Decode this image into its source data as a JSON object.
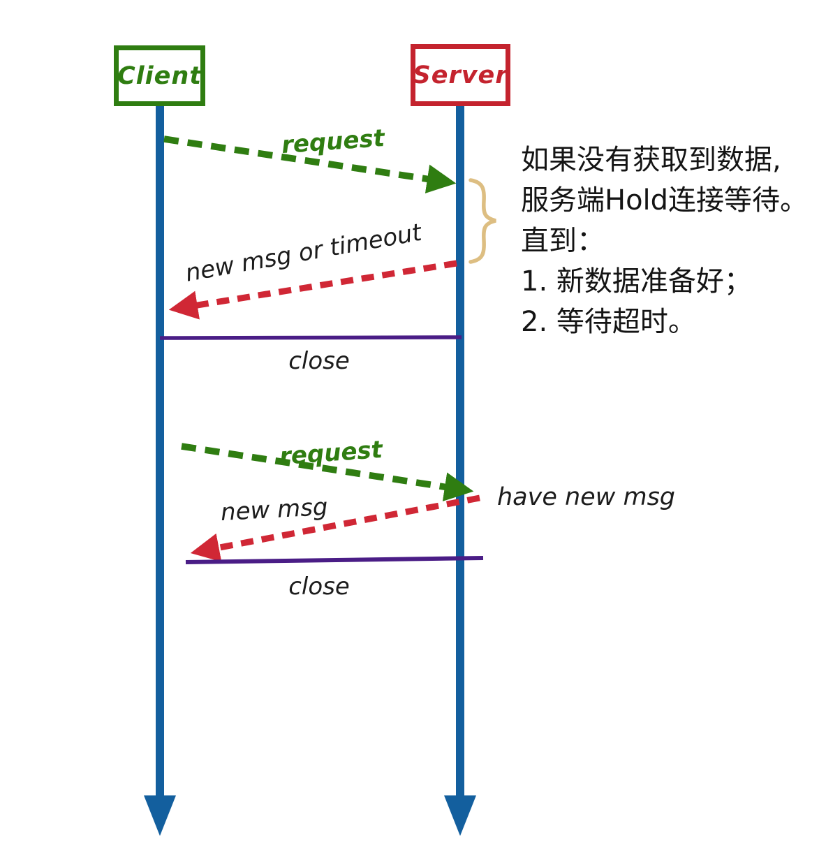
{
  "diagram": {
    "title": "long-polling-sequence",
    "actors": {
      "client": "Client",
      "server": "Server"
    },
    "messages": {
      "request1": "request",
      "response1": "new msg or timeout",
      "close1": "close",
      "request2": "request",
      "response2": "new msg",
      "have_new_msg": "have new msg",
      "close2": "close"
    },
    "note": {
      "lines": [
        "如果没有获取到数据,",
        "服务端Hold连接等待。",
        "直到：",
        "1. 新数据准备好；",
        "2. 等待超时。"
      ]
    },
    "colors": {
      "client_green": "#2f7d11",
      "server_red": "#c4232e",
      "lifeline_blue": "#135f9e",
      "request_green": "#2f7d11",
      "response_red": "#d02735",
      "close_purple": "#4a1d86",
      "brace_tan": "#ddbe82",
      "text_black": "#1c1c1c"
    }
  }
}
